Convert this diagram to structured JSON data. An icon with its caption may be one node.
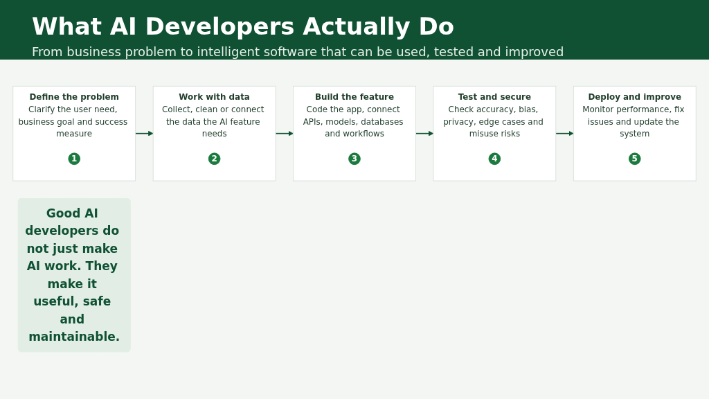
{
  "diagram": {
    "title": "What AI Developers Actually Do",
    "nodes": [
      {
        "text": [
          "Define the problem",
          "Clarify the user need, business goal and success measure"
        ]
      },
      {
        "text": [
          "1"
        ],
        "in": 0
      },
      {
        "text": [
          "Work with data",
          "Collect, clean or connect the data the AI feature needs"
        ]
      },
      {
        "text": [
          "2"
        ],
        "in": 2
      },
      {
        "text": [
          "Build the feature",
          "Code the app, connect APIs, models, databases and workflows"
        ]
      },
      {
        "text": [
          "3"
        ],
        "in": 4
      },
      {
        "text": [
          "Test and secure",
          "Check accuracy, bias, privacy, edge cases and misuse risks"
        ]
      },
      {
        "text": [
          "4"
        ],
        "in": 6
      },
      {
        "text": [
          "Deploy and improve",
          "Monitor performance, fix issues and update the system"
        ]
      },
      {
        "text": [
          "5"
        ],
        "in": 8
      },
      {
        "text": [
          "Good AI developers do not just make AI work. They make it useful, safe and maintainable."
        ]
      }
    ],
    "edges": [
      {
        "from": 0,
        "to": 2,
        "arrow": "to"
      },
      {
        "from": 2,
        "to": 4,
        "arrow": "to"
      },
      {
        "from": 4,
        "to": 6,
        "arrow": "to"
      },
      {
        "from": 6,
        "to": 8,
        "arrow": "to"
      }
    ],
    "labels": [
      "From business problem to intelligent software that can be used, tested and improved"
    ]
  }
}
